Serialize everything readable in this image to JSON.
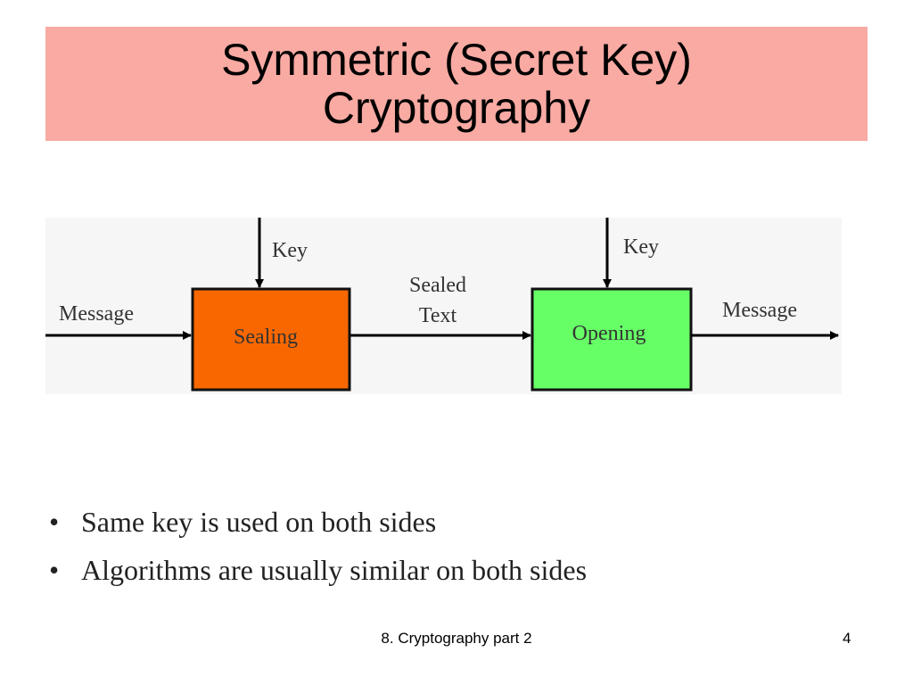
{
  "title": {
    "line1": "Symmetric (Secret Key)",
    "line2": "Cryptography"
  },
  "diagram": {
    "input_label": "Message",
    "sealing_key_label": "Key",
    "sealing_box_label": "Sealing",
    "sealed_text_line1": "Sealed",
    "sealed_text_line2": "Text",
    "opening_key_label": "Key",
    "opening_box_label": "Opening",
    "output_label": "Message",
    "colors": {
      "sealing_fill": "#f96800",
      "opening_fill": "#66ff66",
      "panel_background": "#f6f6f6"
    }
  },
  "bullets": [
    "Same key is used on both sides",
    "Algorithms are usually similar on both sides"
  ],
  "bullet_symbol": "•",
  "footer": {
    "text": "8. Cryptography part 2",
    "page": "4"
  },
  "colors": {
    "title_band": "#f8aaa3"
  }
}
